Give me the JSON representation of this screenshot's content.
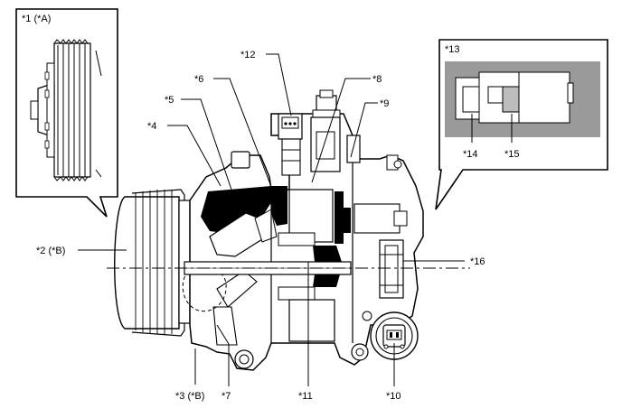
{
  "labels": {
    "l1": "*1 (*A)",
    "l2": "*2 (*B)",
    "l3": "*3 (*B)",
    "l4": "*4",
    "l5": "*5",
    "l6": "*6",
    "l7": "*7",
    "l8": "*8",
    "l9": "*9",
    "l10": "*10",
    "l11": "*11",
    "l12": "*12",
    "l13": "*13",
    "l14": "*14",
    "l15": "*15",
    "l16": "*16"
  }
}
